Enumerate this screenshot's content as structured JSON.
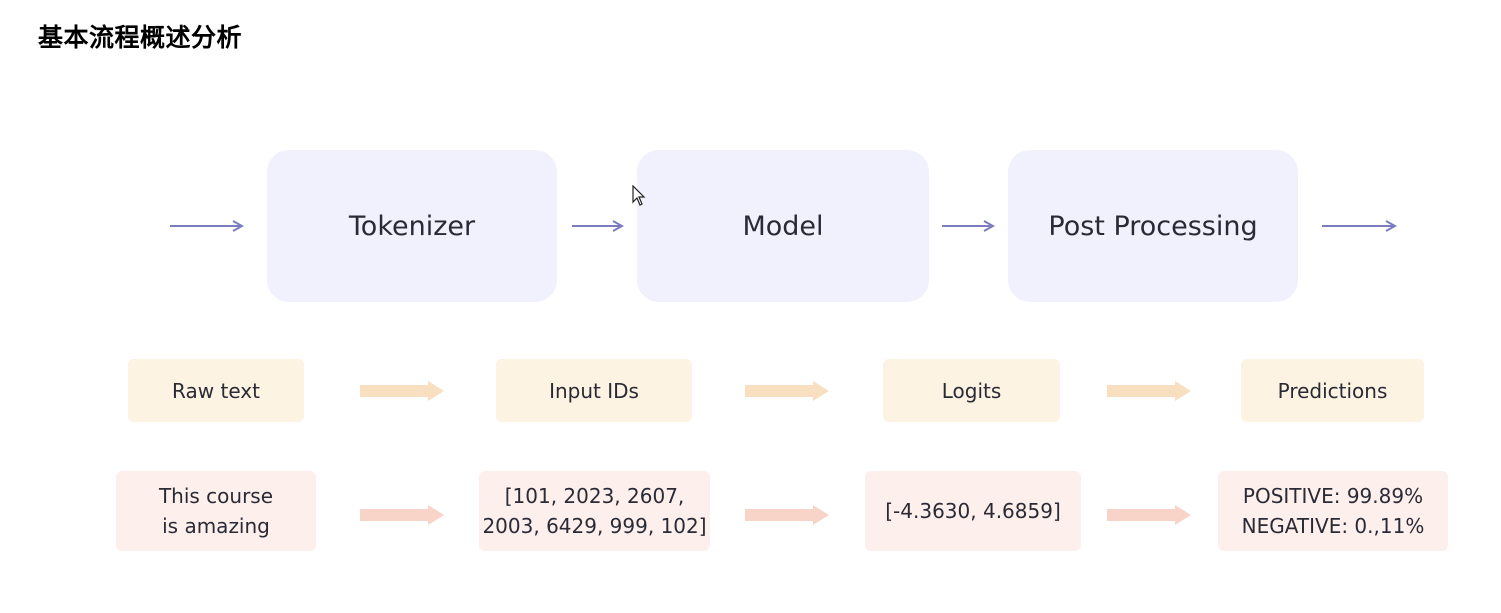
{
  "title": "基本流程概述分析",
  "stages": [
    {
      "label": "Tokenizer"
    },
    {
      "label": "Model"
    },
    {
      "label": "Post Processing"
    }
  ],
  "labels": [
    {
      "text": "Raw text"
    },
    {
      "text": "Input IDs"
    },
    {
      "text": "Logits"
    },
    {
      "text": "Predictions"
    }
  ],
  "examples": [
    {
      "line1": "This course",
      "line2": "is amazing"
    },
    {
      "line1": "[101, 2023, 2607,",
      "line2": "2003, 6429, 999, 102]"
    },
    {
      "line1": "[-4.3630, 4.6859]",
      "line2": ""
    },
    {
      "line1": "POSITIVE: 99.89%",
      "line2": "NEGATIVE: 0.,11%"
    }
  ],
  "colors": {
    "stage_fill": "#f1f0fd",
    "thin_arrow": "#7b7cc0",
    "label_fill": "#fdf3e2",
    "example_fill": "#fdf0ec",
    "fat_arrow_label": "#f8dfbf",
    "fat_arrow_example": "#f8d4c8"
  },
  "icons": {
    "thin_arrow": "arrow-right-icon",
    "fat_arrow": "block-arrow-right-icon",
    "cursor": "mouse-pointer-icon"
  }
}
